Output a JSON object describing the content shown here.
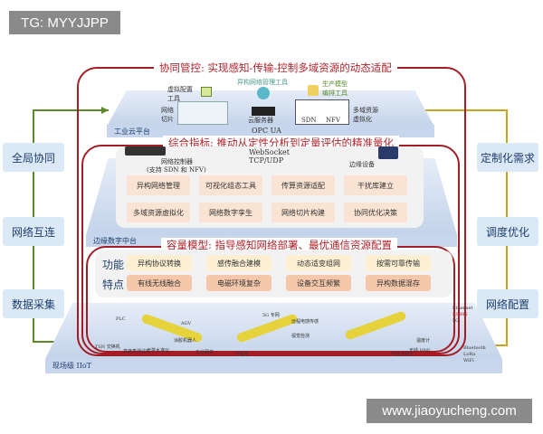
{
  "watermarks": {
    "top": "TG: MYYJJPP",
    "bottom": "www.jiaoyucheng.com"
  },
  "left": [
    "全局协同",
    "网络互连",
    "数据采集"
  ],
  "right": [
    "定制化需求",
    "调度优化",
    "网络配置"
  ],
  "cloud": {
    "headline": "协同管控: 实现感知-传输-控制多域资源的动态适配",
    "platform": "工业云平台",
    "protocol": "OPC UA",
    "tools": {
      "hetero": "异构网络管理工具",
      "virtual": "虚拟配置工具",
      "model": "生产模型编排工具",
      "slice": "网络切片",
      "server": "云服务器",
      "sdn": "SDN",
      "nfv": "NFV",
      "multi": "多域资源虚拟化"
    }
  },
  "edge": {
    "headline": "综合指标: 推动从定性分析到定量评估的精准量化",
    "platform": "边缘数字中台",
    "protocol1": "WebSocket",
    "protocol2": "TCP/UDP",
    "controller": "网络控制器",
    "controller_note": "(支持 SDN 和 NFV)",
    "device": "边缘设备",
    "cards": [
      "异构网络管理",
      "可视化组态工具",
      "传算资源适配",
      "干扰库建立",
      "多域资源虚拟化",
      "网络数字孪生",
      "网络切片构建",
      "协同优化决策"
    ]
  },
  "field": {
    "headline": "容量模型: 指导感知网络部署、最优通信资源配置",
    "func_label": "功能",
    "feat_label": "特点",
    "functions": [
      "异构协议转换",
      "感传融合建模",
      "动态适变组网",
      "按需可靠传输"
    ],
    "features": [
      "有线无线融合",
      "电磁环境复杂",
      "设备交互频繁",
      "异构数据混存"
    ],
    "platform": "现场级 IIoT",
    "devices": [
      "PLC",
      "TSN 交换机",
      "AGV",
      "5G 专网",
      "工业网关",
      "远程电感传感",
      "视觉检测",
      "拧紧枪",
      "高度表测试仪",
      "光学水准仪",
      "涂胶机器人",
      "温度计",
      "气体流量计",
      "无线 HMI"
    ],
    "legend": [
      "Ethernet",
      "RS485",
      "5G",
      "Bluetooth",
      "LoRa",
      "WiFi"
    ]
  }
}
